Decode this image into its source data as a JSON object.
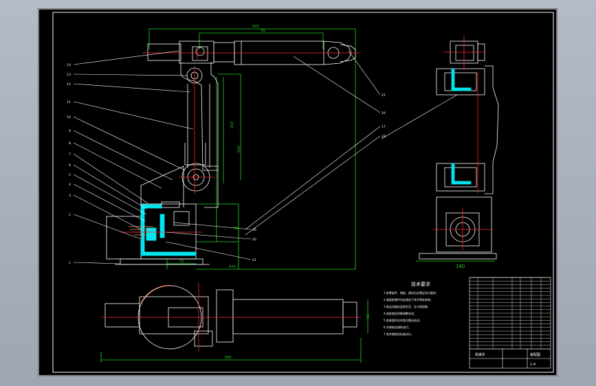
{
  "colors": {
    "background": "#000000",
    "frame": "#ffffff",
    "part_outline": "#ffffff",
    "dimension": "#22dd22",
    "centerline": "#ff2a2a",
    "section_fill": "#00e5ee",
    "leader": "#ffffff"
  },
  "callouts_left": [
    "14",
    "13",
    "12",
    "11",
    "10",
    "9",
    "8",
    "7",
    "6",
    "5",
    "4",
    "3",
    "2",
    "1"
  ],
  "callouts_right": [
    "15",
    "16",
    "17",
    "18",
    "19",
    "20",
    "21"
  ],
  "dims": {
    "top_width": "470",
    "top_inner": "65",
    "arm_height": "210",
    "total_height": "510",
    "base_height": "84",
    "base_width": "72",
    "side_base": "160",
    "plan_width": "560",
    "plan_arm": "52"
  },
  "tech": {
    "title": "技术要求",
    "lines": [
      "1.各零部件、装配、调试后应满足设计要求；",
      "2.装配前零件均应清洗干净不得有毛刺；",
      "3.各运动副应运转灵活，无卡阻现象；",
      "4.齿轮啮合间隙调整合适；",
      "5.各紧固件应牢固可靠无松动；",
      "6.涂漆前应清除油污；",
      "7.其余按相关标准执行。"
    ]
  },
  "titleblock": {
    "name": "机械手",
    "drawing_no": "装配图",
    "scale": "1:4"
  }
}
